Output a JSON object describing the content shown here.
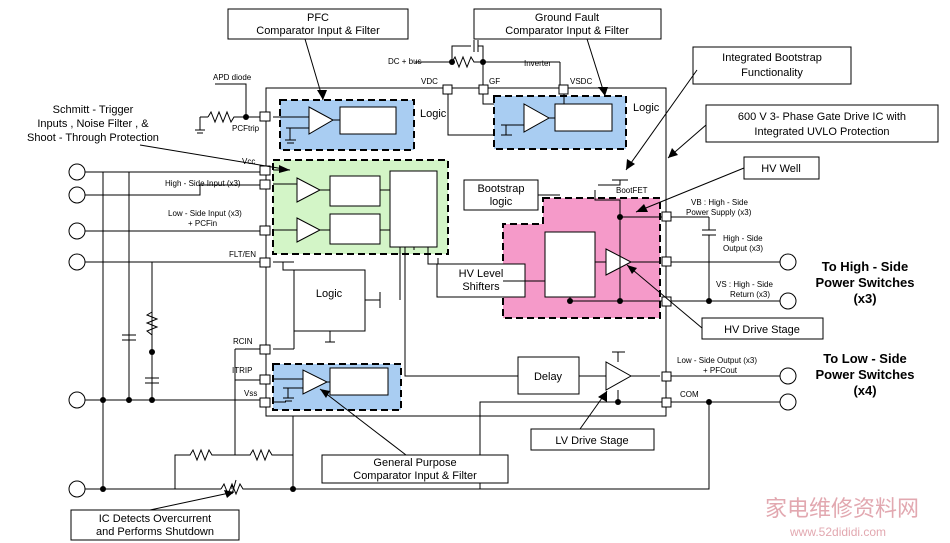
{
  "callouts": {
    "pfc": [
      "PFC",
      "Comparator Input & Filter"
    ],
    "ground_fault": [
      "Ground Fault",
      "Comparator Input & Filter"
    ],
    "bootstrap": [
      "Integrated Bootstrap",
      "Functionality"
    ],
    "ic": [
      "600  V 3-   Phase Gate Drive IC with",
      "Integrated UVLO Protection"
    ],
    "schmitt": [
      "Schmitt  - Trigger",
      "Inputs  , Noise Filter   , &",
      "Shoot  - Through Protection"
    ],
    "hv_well": "HV Well",
    "hv_drive": "HV Drive Stage",
    "lv_drive": "LV Drive Stage",
    "general_purpose": [
      "General Purpose",
      "Comparator Input     & Filter"
    ],
    "overcurrent": [
      "IC Detects Overcurrent",
      "and Performs Shutdown"
    ]
  },
  "blocks": {
    "logic_pfc": "Logic",
    "logic_gf": "Logic",
    "bootstrap_logic": [
      "Bootstrap",
      "logic"
    ],
    "logic_main": "Logic",
    "hv_shifters": [
      "HV Level",
      "Shifters"
    ],
    "delay": "Delay",
    "bootfet": "BootFET"
  },
  "pins": {
    "apd_diode": "APD diode",
    "pcftrip": "PCFtrip",
    "dc_bus": "DC + bus",
    "inverter": "Inverter",
    "vdc": "VDC",
    "gf": "GF",
    "vsdc": "VSDC",
    "vcc": "Vcc",
    "high_side_input": "High - Side Input  (x3)",
    "low_side_input": [
      "Low - Side Input (x3)",
      "+ PCFin"
    ],
    "flt_en": "FLT/EN",
    "rcin": "RCIN",
    "itrip": "ITRIP",
    "vss": "Vss",
    "vb": [
      "VB : High - Side",
      "Power Supply   (x3)"
    ],
    "ho": [
      "High - Side",
      "Output  (x3)"
    ],
    "vs": [
      "VS : High - Side",
      "Return  (x3)"
    ],
    "lo": [
      "Low - Side Output (x3)",
      "+ PFCout"
    ],
    "com": "COM"
  },
  "labels": {
    "to_high": [
      "To High   - Side",
      "Power Switches",
      "(x3)"
    ],
    "to_low": [
      "To Low  - Side",
      "Power Switches",
      "(x4)"
    ]
  },
  "watermark": {
    "cn": "家电维修资料网",
    "url": "www.52dididi.com"
  },
  "colors": {
    "blue_fill": "#a9cdf2",
    "green_fill": "#d3f5c7",
    "pink_fill": "#f59ac9",
    "watermark": "#e2a8b0"
  }
}
